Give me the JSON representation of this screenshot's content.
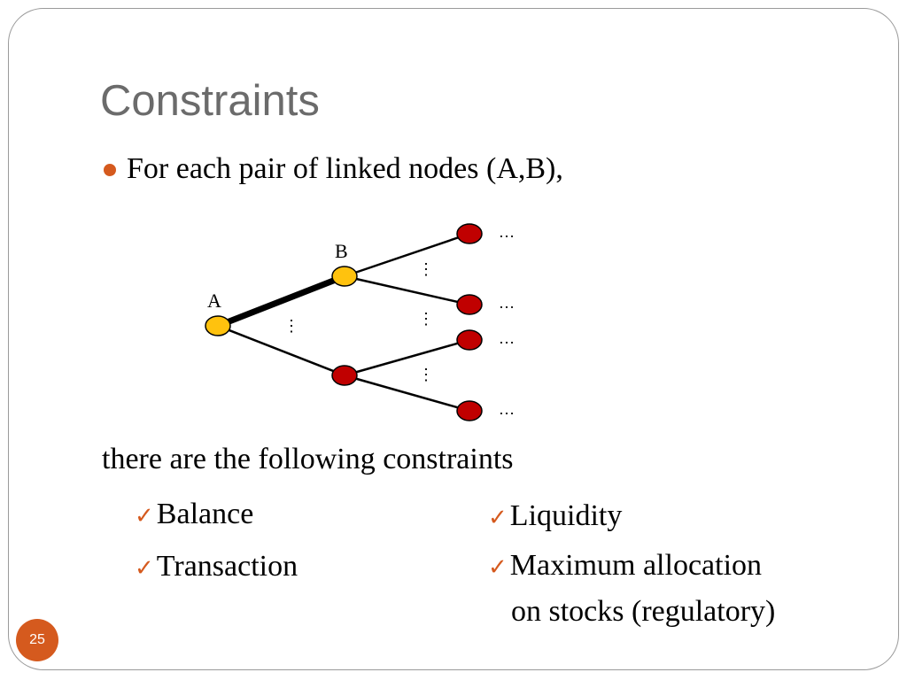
{
  "slide": {
    "title": "Constraints",
    "bullet": "For each pair of linked nodes (A,B),",
    "body": "there are the following constraints",
    "checklist_left": [
      {
        "label": "Balance"
      },
      {
        "label": "Transaction"
      }
    ],
    "checklist_right": [
      {
        "label": "Liquidity"
      },
      {
        "label": "Maximum allocation",
        "continuation": "on stocks (regulatory)"
      }
    ],
    "page_number": "25",
    "check_icon": "checkmark-icon"
  },
  "diagram": {
    "node_labels": {
      "a": "A",
      "b": "B"
    },
    "ellipsis": "…",
    "vertical_ellipsis": "⋮",
    "colors": {
      "highlighted_node": "#ffc20e",
      "other_node": "#c00000",
      "node_stroke": "#000000",
      "accent": "#d55a1e",
      "title": "#6b6b6b"
    }
  }
}
